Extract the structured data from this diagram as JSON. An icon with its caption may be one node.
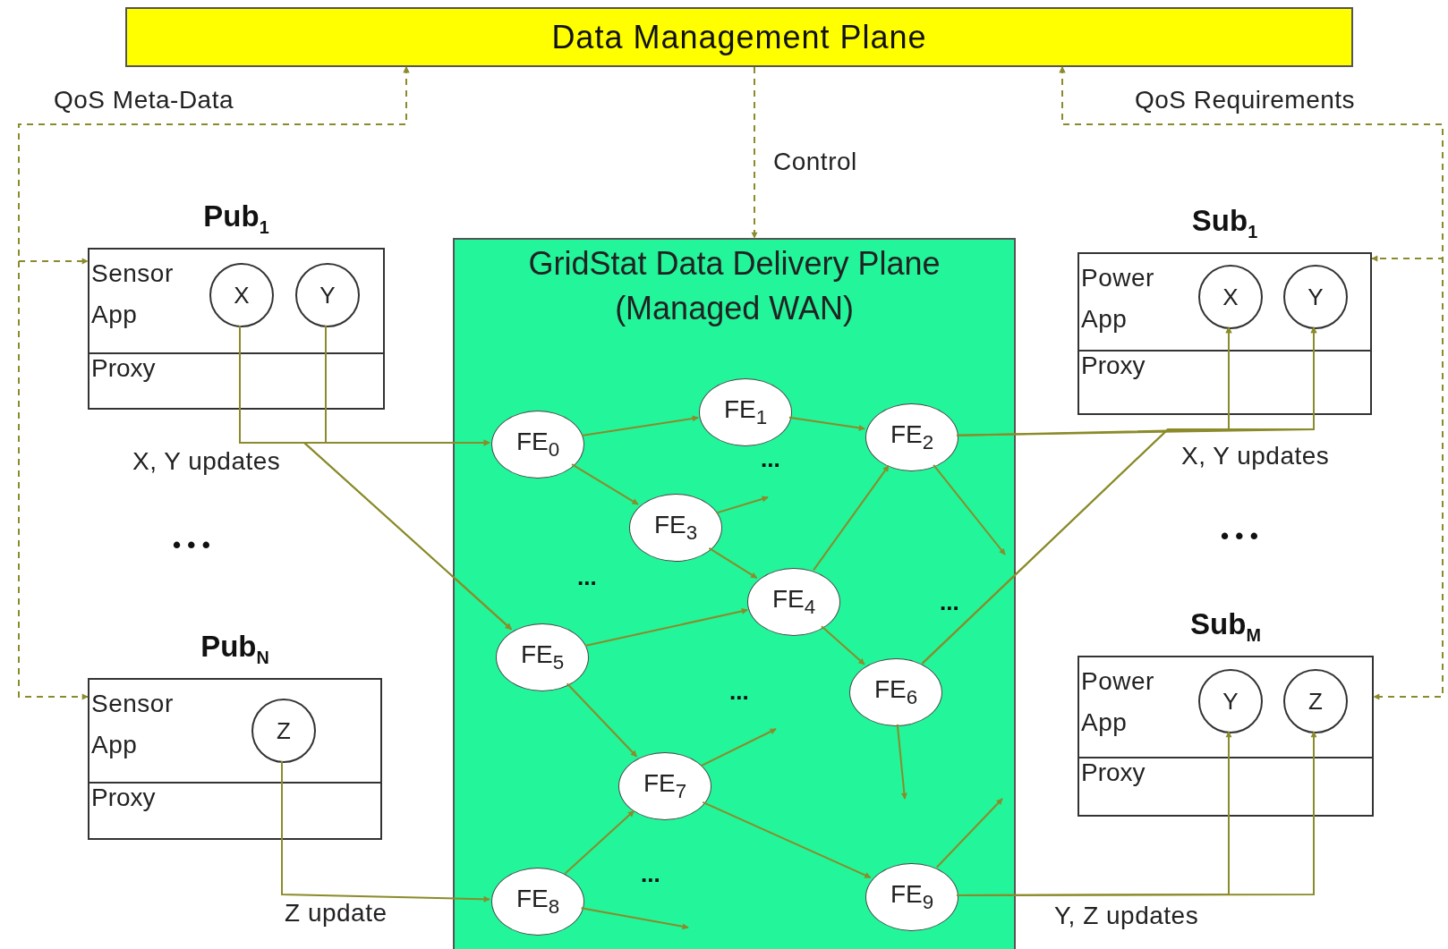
{
  "diagram": {
    "nodes": [
      {
        "text": [
          "Data Management Plane"
        ]
      },
      {
        "text": [
          "Pub$_{1}$",
          "Sensor App",
          "Proxy"
        ]
      },
      {
        "text": [
          "X"
        ],
        "in": 1
      },
      {
        "text": [
          "Y"
        ],
        "in": 1
      },
      {
        "text": [
          "Pub$_{N}$",
          "Sensor App",
          "Proxy"
        ]
      },
      {
        "text": [
          "Z"
        ],
        "in": 4
      },
      {
        "text": [
          "GridStat Data Delivery Plane (Managed WAN)"
        ]
      },
      {
        "text": [
          "FE$_{0}$"
        ],
        "in": 6
      },
      {
        "text": [
          "FE$_{1}$"
        ],
        "in": 6
      },
      {
        "text": [
          "FE$_{2}$"
        ],
        "in": 6
      },
      {
        "text": [
          "FE$_{3}$"
        ],
        "in": 6
      },
      {
        "text": [
          "FE$_{4}$"
        ],
        "in": 6
      },
      {
        "text": [
          "FE$_{5}$"
        ],
        "in": 6
      },
      {
        "text": [
          "FE$_{6}$"
        ],
        "in": 6
      },
      {
        "text": [
          "FE$_{7}$"
        ],
        "in": 6
      },
      {
        "text": [
          "FE$_{8}$"
        ],
        "in": 6
      },
      {
        "text": [
          "FE$_{9}$"
        ],
        "in": 6
      },
      {
        "text": [
          "Sub$_{1}$",
          "Power App",
          "Proxy"
        ]
      },
      {
        "text": [
          "X"
        ],
        "in": 17
      },
      {
        "text": [
          "Y"
        ],
        "in": 17
      },
      {
        "text": [
          "Sub$_{M}$",
          "Power App",
          "Proxy"
        ]
      },
      {
        "text": [
          "Y"
        ],
        "in": 20
      },
      {
        "text": [
          "Z"
        ],
        "in": 20
      }
    ],
    "edges": [
      {
        "from": 1,
        "to": 0,
        "arrow": "both",
        "style": "dashed",
        "label": "QoS Meta-Data"
      },
      {
        "from": 4,
        "to": 0,
        "arrow": "both",
        "style": "dashed"
      },
      {
        "from": 17,
        "to": 0,
        "arrow": "both",
        "style": "dashed",
        "label": "QoS Requirements"
      },
      {
        "from": 20,
        "to": 0,
        "arrow": "both",
        "style": "dashed"
      },
      {
        "from": 0,
        "to": 6,
        "arrow": "to",
        "style": "dashed",
        "label": "Control"
      },
      {
        "from": 2,
        "to": 7,
        "arrow": "to",
        "label": "X, Y updates"
      },
      {
        "from": 3,
        "to": 7,
        "arrow": "to"
      },
      {
        "from": 2,
        "to": 12,
        "arrow": "to"
      },
      {
        "from": 3,
        "to": 12,
        "arrow": "to"
      },
      {
        "from": 5,
        "to": 15,
        "arrow": "to",
        "label": "Z update"
      },
      {
        "from": 7,
        "to": 8,
        "arrow": "to"
      },
      {
        "from": 8,
        "to": 9,
        "arrow": "to"
      },
      {
        "from": 7,
        "to": 10,
        "arrow": "to"
      },
      {
        "from": 10,
        "to": null,
        "arrow": "to"
      },
      {
        "from": 10,
        "to": 11,
        "arrow": "to"
      },
      {
        "from": 11,
        "to": 9,
        "arrow": "to"
      },
      {
        "from": 9,
        "to": null,
        "arrow": "to"
      },
      {
        "from": 11,
        "to": 13,
        "arrow": "to"
      },
      {
        "from": 12,
        "to": 11,
        "arrow": "to"
      },
      {
        "from": 12,
        "to": 14,
        "arrow": "to"
      },
      {
        "from": 13,
        "to": null,
        "arrow": "to"
      },
      {
        "from": 14,
        "to": null,
        "arrow": "to"
      },
      {
        "from": 14,
        "to": 16,
        "arrow": "to"
      },
      {
        "from": 15,
        "to": 14,
        "arrow": "to"
      },
      {
        "from": 15,
        "to": null,
        "arrow": "to"
      },
      {
        "from": 16,
        "to": null,
        "arrow": "to"
      },
      {
        "from": 9,
        "to": 18,
        "arrow": "to",
        "label": "X, Y updates"
      },
      {
        "from": 9,
        "to": 19,
        "arrow": "to"
      },
      {
        "from": 13,
        "to": 18,
        "arrow": "to"
      },
      {
        "from": 13,
        "to": 19,
        "arrow": "to"
      },
      {
        "from": 16,
        "to": 21,
        "arrow": "to",
        "label": "Y, Z updates"
      },
      {
        "from": 16,
        "to": 22,
        "arrow": "to"
      }
    ],
    "labels": [
      "...",
      "• • •",
      "...",
      "...",
      "...",
      "• • •",
      "..."
    ]
  }
}
